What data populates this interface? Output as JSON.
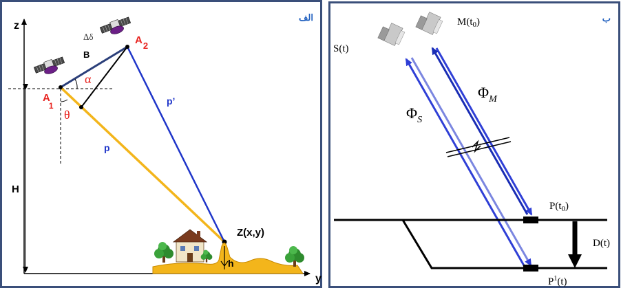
{
  "left_panel": {
    "panel_tag": "الف",
    "axis_z": "z",
    "axis_y": "y",
    "label_H": "H",
    "label_B": "B",
    "label_delta": "Δδ",
    "label_alpha": "α",
    "label_theta": "θ",
    "label_A1": "A",
    "label_A1_sub": "1",
    "label_A2": "A",
    "label_A2_sub": "2",
    "label_p": "p",
    "label_p_prime": "p’",
    "label_Z": "Z(x,y)",
    "label_h": "h"
  },
  "right_panel": {
    "panel_tag": "ب",
    "label_S": "S(t)",
    "label_M": "M(t",
    "label_M_sub": "0",
    "label_M_end": ")",
    "label_phi_M": "Φ",
    "label_phi_M_sub": "M",
    "label_phi_S": "Φ",
    "label_phi_S_sub": "S",
    "label_P0": "P(t",
    "label_P0_sub": "0",
    "label_P0_end": ")",
    "label_P1": "P",
    "label_P1_sup": "1",
    "label_P1_end": "(t)",
    "label_D": "D(t)"
  },
  "colors": {
    "panel_border": "#3a4f7a",
    "panel_tag": "#1f5fbf",
    "baseline_blue": "#2b3f9a",
    "yellow_ray": "#f3b51b",
    "blue_ray": "#1f35c9",
    "red_label": "#e8231f",
    "ground_fill": "#f3b51b",
    "satellite_body": "#6b1f86",
    "solar_panel": "#4a4a4a",
    "phase_arrow": "#2f3fd6"
  }
}
